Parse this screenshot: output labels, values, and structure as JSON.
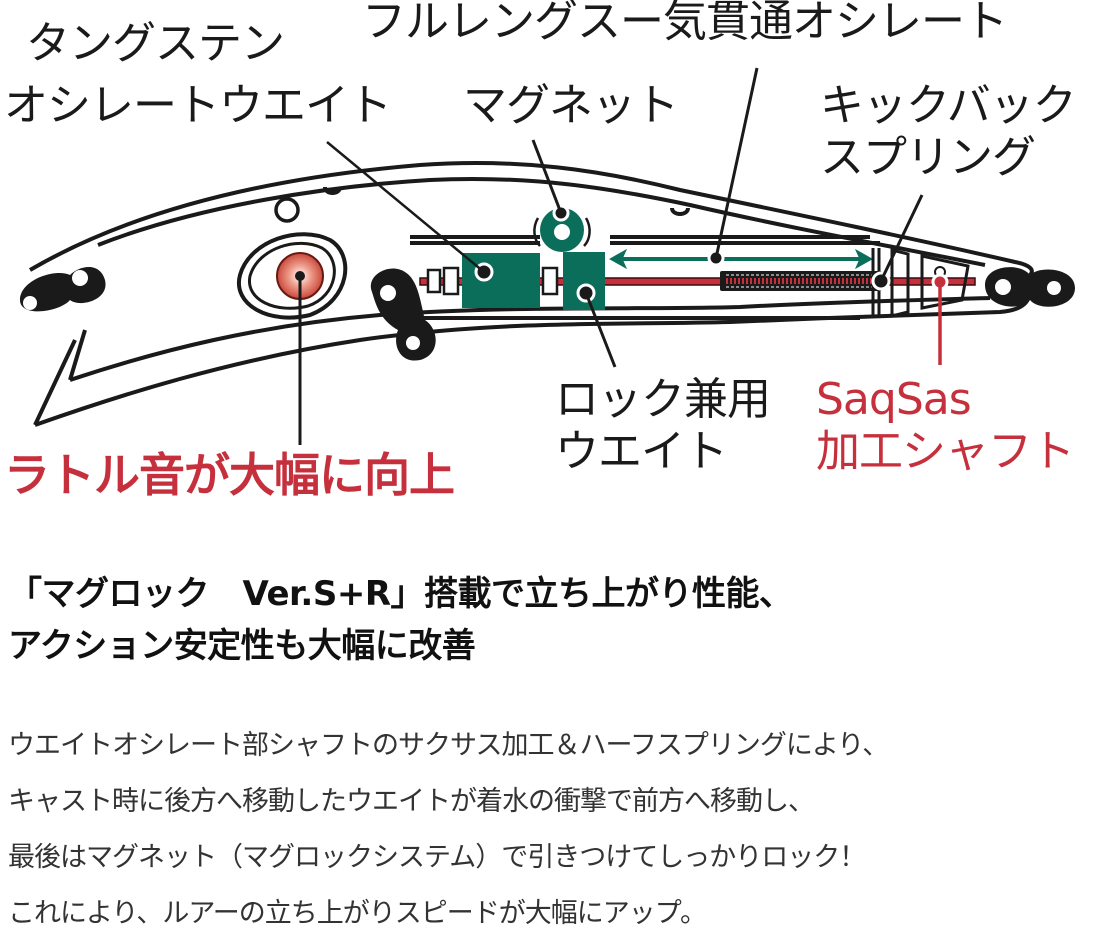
{
  "colors": {
    "outline": "#1a1a1a",
    "teal": "#0a6e5a",
    "red": "#c5303c",
    "rattle_red": "#d9574a",
    "text_body": "#333333"
  },
  "diagram": {
    "labels": {
      "tungsten_line1": "タングステン",
      "tungsten_line2": "オシレートウエイト",
      "full_length_shaft": "フルレングスー気貫通オシレート",
      "magnet": "マグネット",
      "kickback_line1": "キックバック",
      "kickback_line2": "スプリング",
      "lock_weight_line1": "ロック兼用",
      "lock_weight_line2": "ウエイト",
      "saqsas_line1": "SaqSas",
      "saqsas_line2": "加工シャフト",
      "rattle": "ラトル音が大幅に向上"
    }
  },
  "headline": {
    "line1": "「マグロック　Ver.S+R」搭載で立ち上がり性能、",
    "line2": "アクション安定性も大幅に改善"
  },
  "description": {
    "line1": "ウエイトオシレート部シャフトのサクサス加工＆ハーフスプリングにより、",
    "line2": "キャスト時に後方へ移動したウエイトが着水の衝撃で前方へ移動し、",
    "line3": "最後はマグネット（マグロックシステム）で引きつけてしっかりロック！",
    "line4": "これにより、ルアーの立ち上がりスピードが大幅にアップ。"
  }
}
